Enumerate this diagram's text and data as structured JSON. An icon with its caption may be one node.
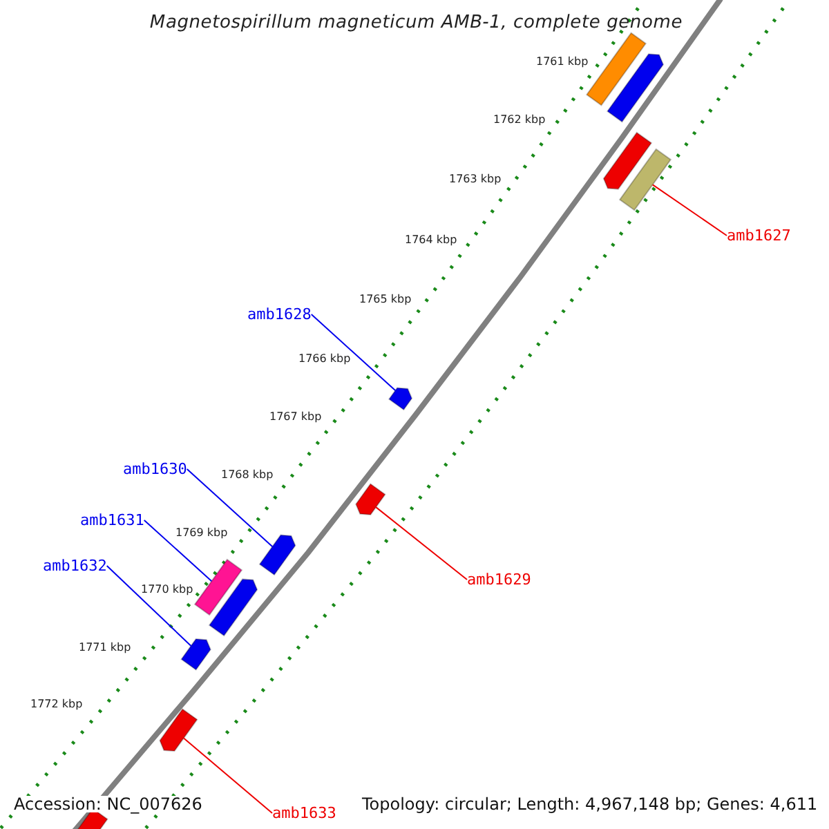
{
  "diagram": {
    "title": "Magnetospirillum magneticum AMB-1, complete genome",
    "nodes": [
      {
        "text": [],
        "shape": "bar"
      },
      {
        "text": [],
        "shape": "bar"
      },
      {
        "text": [],
        "shape": "bar"
      },
      {
        "text": [],
        "shape": "bar"
      },
      {
        "text": [],
        "shape": "bar"
      },
      {
        "text": [],
        "shape": "bar"
      },
      {
        "text": [],
        "shape": "bar"
      },
      {
        "text": [],
        "shape": "bar"
      },
      {
        "text": [],
        "shape": "bar"
      },
      {
        "text": [],
        "shape": "bar"
      },
      {
        "text": [],
        "shape": "bar"
      },
      {
        "text": [],
        "shape": "bar"
      },
      {
        "text": [
          "amb1627"
        ]
      },
      {
        "text": [
          "amb1628"
        ]
      },
      {
        "text": [
          "amb1629"
        ]
      },
      {
        "text": [
          "amb1630"
        ]
      },
      {
        "text": [
          "amb1631"
        ]
      },
      {
        "text": [
          "amb1632"
        ]
      },
      {
        "text": [
          "amb1633"
        ]
      }
    ],
    "edges": [
      {
        "from": 12,
        "to": 3,
        "arrow": "none",
        "color": "#ee0000"
      },
      {
        "from": 13,
        "to": 4,
        "arrow": "none"
      },
      {
        "from": 14,
        "to": 5,
        "arrow": "none",
        "color": "#ee0000"
      },
      {
        "from": 15,
        "to": 6,
        "arrow": "none"
      },
      {
        "from": 16,
        "to": 7,
        "arrow": "none"
      },
      {
        "from": 17,
        "to": 9,
        "arrow": "none"
      },
      {
        "from": 18,
        "to": 10,
        "arrow": "none",
        "color": "#ee0000"
      }
    ],
    "labels": [
      "1761 kbp",
      "1762 kbp",
      "1763 kbp",
      "1764 kbp",
      "1765 kbp",
      "1766 kbp",
      "1767 kbp",
      "1768 kbp",
      "1769 kbp",
      "1770 kbp",
      "1771 kbp",
      "1772 kbp",
      "Accession: NC_007626",
      "Topology: circular; Length: 4,967,148 bp; Genes: 4,611"
    ]
  }
}
